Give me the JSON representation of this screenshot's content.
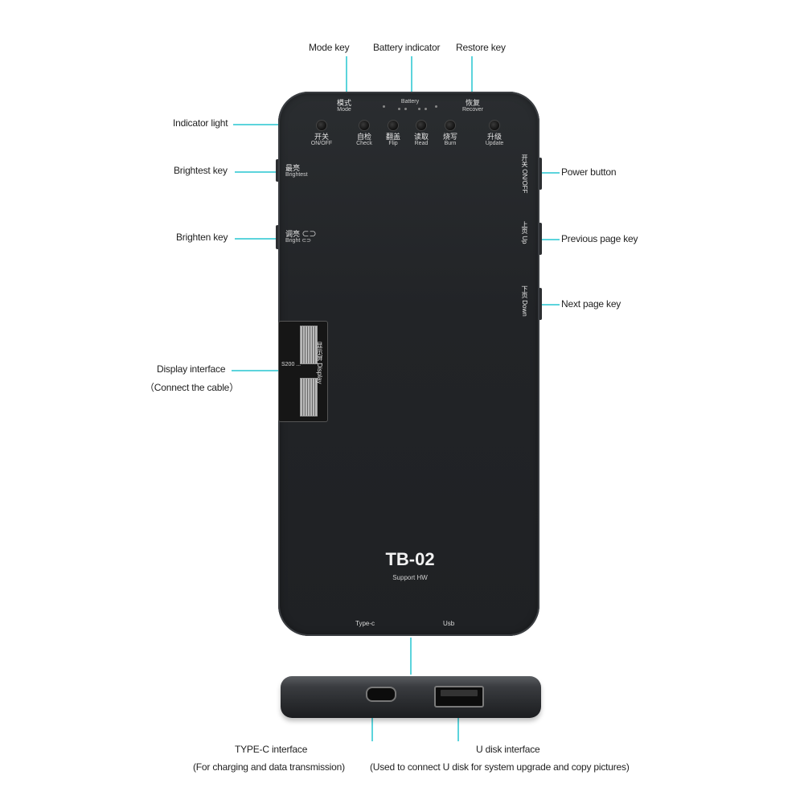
{
  "callouts": {
    "mode_key": "Mode key",
    "battery_indicator": "Battery indicator",
    "restore_key": "Restore key",
    "indicator_light": "Indicator light",
    "brightest_key": "Brightest key",
    "brighten_key": "Brighten key",
    "display_interface": "Display interface",
    "display_interface_note": "（Connect the cable）",
    "power_button": "Power button",
    "previous_page_key": "Previous page key",
    "next_page_key": "Next page key",
    "typec_interface": "TYPE-C interface",
    "typec_note": "(For charging and data transmission)",
    "udisk_interface": "U disk interface",
    "udisk_note": "(Used to connect U disk for system upgrade and copy pictures)"
  },
  "device": {
    "mode_cn": "模式",
    "mode_en": "Mode",
    "battery": "Battery",
    "restore_cn": "恢复",
    "restore_en": "Recover",
    "buttons": [
      {
        "cn": "开关",
        "en": "ON/OFF"
      },
      {
        "cn": "自检",
        "en": "Check"
      },
      {
        "cn": "翻盖",
        "en": "Flip"
      },
      {
        "cn": "读取",
        "en": "Read"
      },
      {
        "cn": "烧写",
        "en": "Burn"
      },
      {
        "cn": "升级",
        "en": "Update"
      }
    ],
    "brightest_cn": "最亮",
    "brightest_en": "Brightest",
    "bright_cn": "调亮 ⊂⊃",
    "bright_en": "Bright ⊂⊃",
    "power_side": "开关 ON/OFF",
    "up_side": "上页 Up",
    "down_side": "下页 Down",
    "display_label": "显示屏 Display",
    "display_chip": "S200 ...",
    "model": "TB-02",
    "support": "Support HW",
    "port_typec": "Type-c",
    "port_usb": "Usb"
  },
  "colors": {
    "callout_line": "#5cd4dc",
    "device_body": "#222427"
  }
}
